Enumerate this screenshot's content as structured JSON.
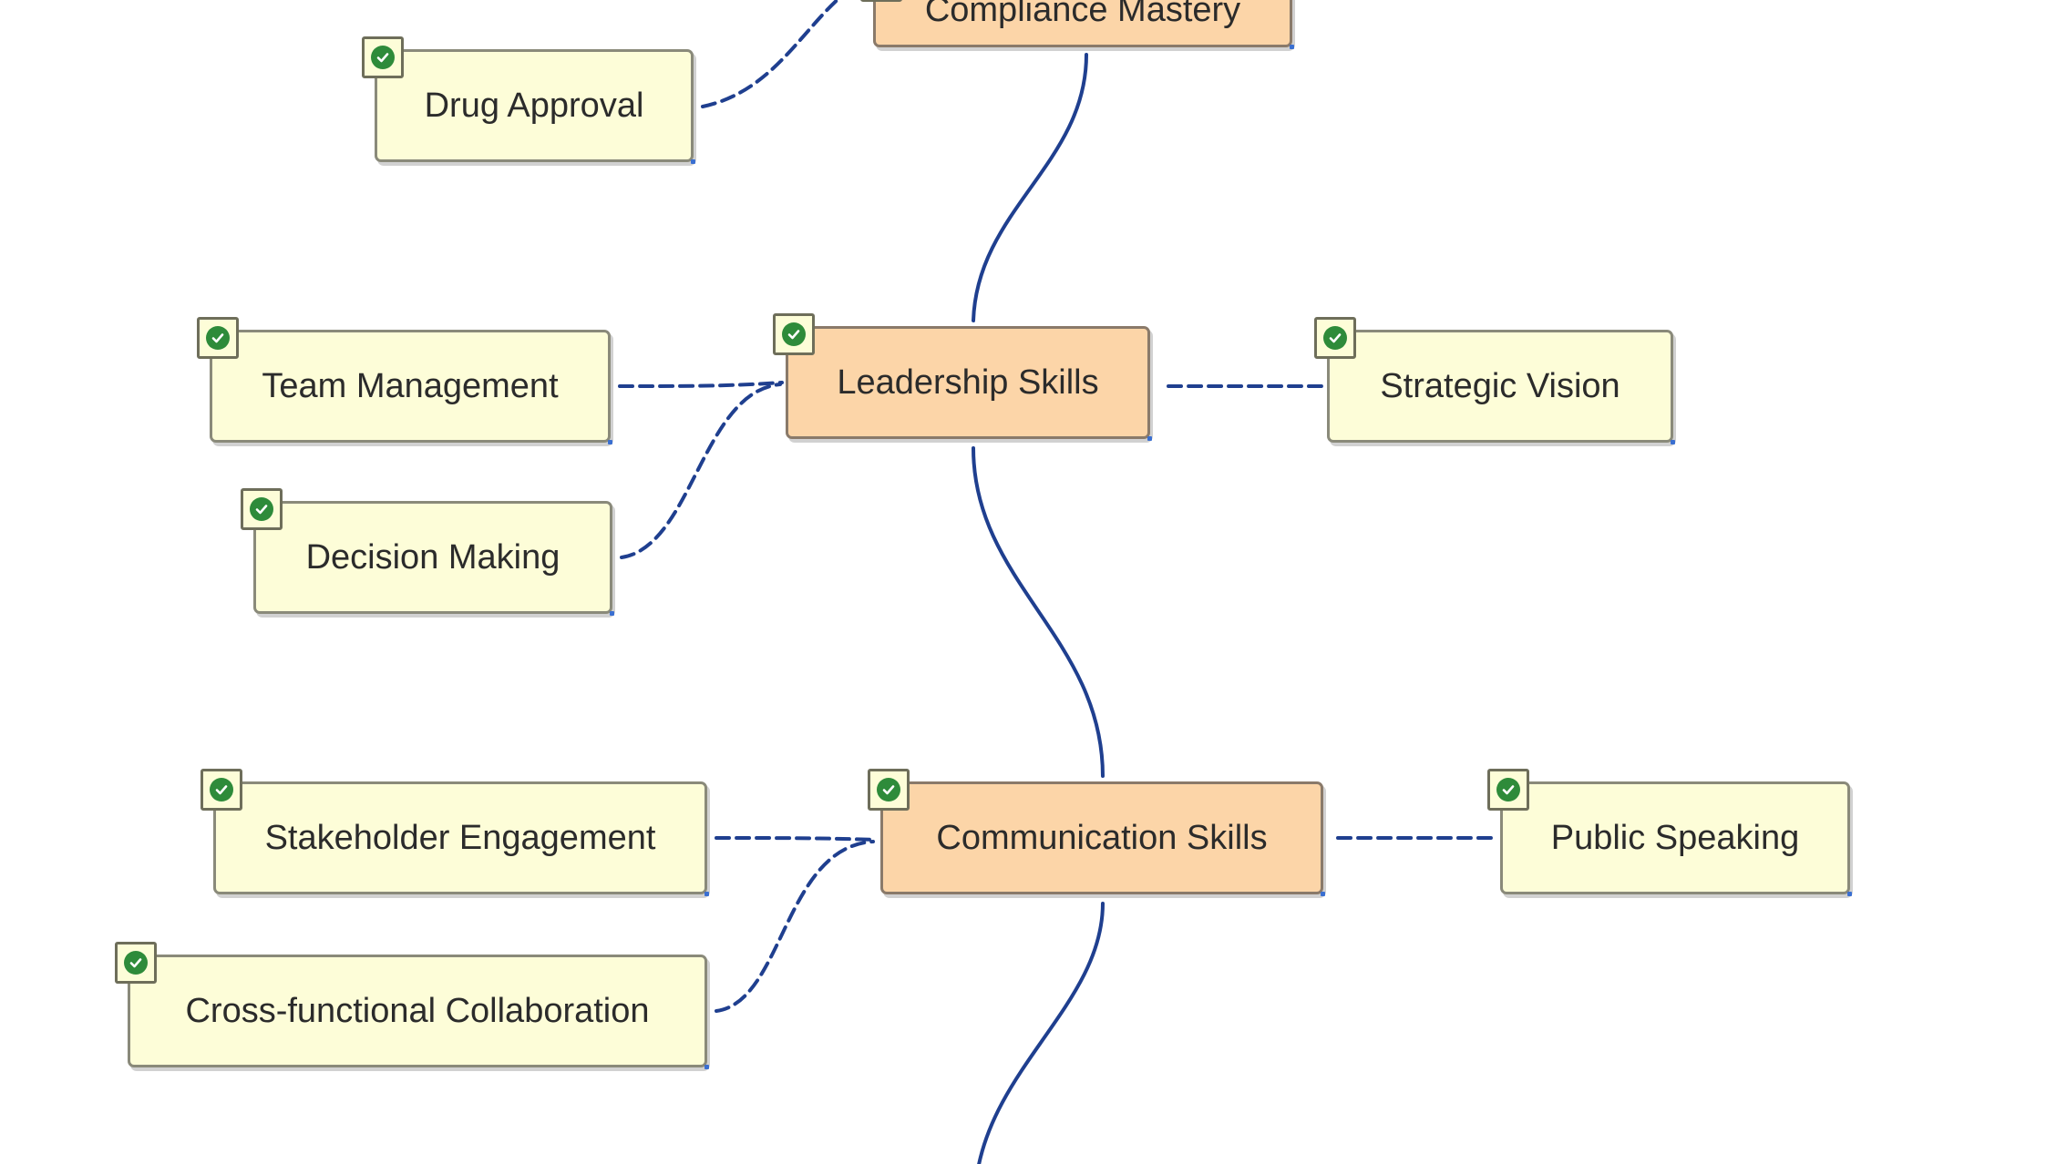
{
  "diagram": {
    "nodes": [
      {
        "id": "compliance",
        "label": "Compliance Mastery",
        "kind": "milestone",
        "status": "complete"
      },
      {
        "id": "drug",
        "label": "Drug Approval",
        "kind": "skill",
        "status": "complete"
      },
      {
        "id": "leadership",
        "label": "Leadership Skills",
        "kind": "milestone",
        "status": "complete"
      },
      {
        "id": "team",
        "label": "Team Management",
        "kind": "skill",
        "status": "complete"
      },
      {
        "id": "decision",
        "label": "Decision Making",
        "kind": "skill",
        "status": "complete"
      },
      {
        "id": "strategic",
        "label": "Strategic Vision",
        "kind": "skill",
        "status": "complete"
      },
      {
        "id": "communication",
        "label": "Communication Skills",
        "kind": "milestone",
        "status": "complete"
      },
      {
        "id": "stakeholder",
        "label": "Stakeholder Engagement",
        "kind": "skill",
        "status": "complete"
      },
      {
        "id": "crossfunc",
        "label": "Cross-functional Collaboration",
        "kind": "skill",
        "status": "complete"
      },
      {
        "id": "public",
        "label": "Public Speaking",
        "kind": "skill",
        "status": "complete"
      }
    ],
    "edges": [
      {
        "from": "compliance",
        "to": "leadership",
        "style": "solid"
      },
      {
        "from": "leadership",
        "to": "communication",
        "style": "solid"
      },
      {
        "from": "communication",
        "to": "next",
        "style": "solid"
      },
      {
        "from": "drug",
        "to": "compliance",
        "style": "dashed"
      },
      {
        "from": "team",
        "to": "leadership",
        "style": "dashed"
      },
      {
        "from": "decision",
        "to": "leadership",
        "style": "dashed"
      },
      {
        "from": "strategic",
        "to": "leadership",
        "style": "dashed"
      },
      {
        "from": "stakeholder",
        "to": "communication",
        "style": "dashed"
      },
      {
        "from": "crossfunc",
        "to": "communication",
        "style": "dashed"
      },
      {
        "from": "public",
        "to": "communication",
        "style": "dashed"
      }
    ],
    "colors": {
      "milestone_fill": "#fcd5a8",
      "skill_fill": "#fdfdd8",
      "connector": "#1f3f8f",
      "check": "#2e8b3a"
    },
    "icons": {
      "status_complete": "check-circle-icon"
    }
  }
}
